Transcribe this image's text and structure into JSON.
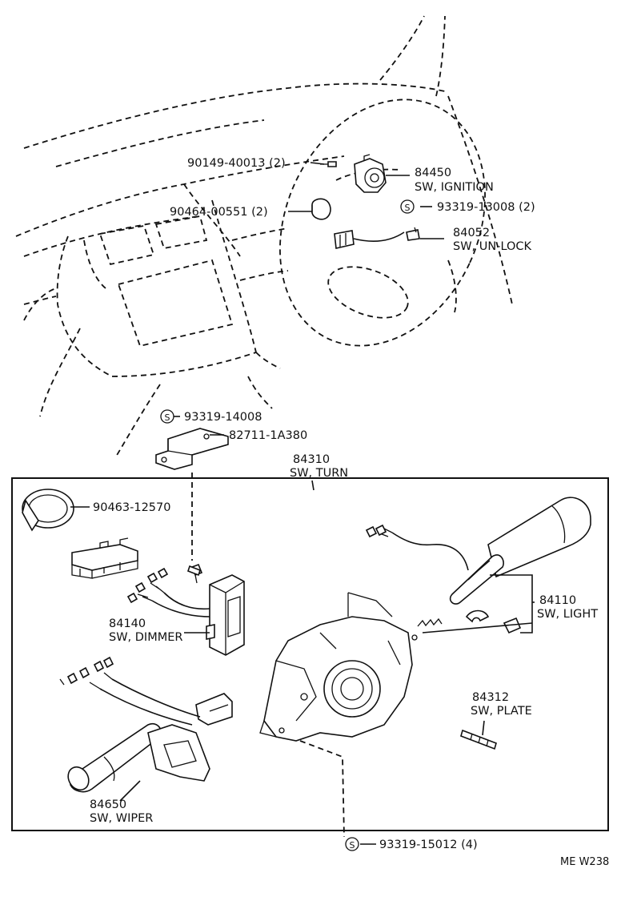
{
  "diagram_code": "ME W238",
  "callouts": [
    {
      "id": "screw-ignition",
      "part_no": "90149-40013 (2)",
      "desc": ""
    },
    {
      "id": "sw-ignition",
      "part_no": "84450",
      "desc": "SW, IGNITION"
    },
    {
      "id": "clip-ignition",
      "part_no": "90464-00551 (2)",
      "desc": ""
    },
    {
      "id": "screw-unlock",
      "part_no": "93319-13008 (2)",
      "desc": "",
      "marker": "S"
    },
    {
      "id": "sw-unlock",
      "part_no": "84052",
      "desc": "SW, UN-LOCK"
    },
    {
      "id": "screw-bracket",
      "part_no": "93319-14008",
      "desc": "",
      "marker": "S"
    },
    {
      "id": "bracket",
      "part_no": "82711-1A380",
      "desc": ""
    },
    {
      "id": "sw-turn",
      "part_no": "84310",
      "desc": "SW, TURN"
    },
    {
      "id": "clamp",
      "part_no": "90463-12570",
      "desc": ""
    },
    {
      "id": "sw-light",
      "part_no": "84110",
      "desc": "SW, LIGHT"
    },
    {
      "id": "sw-dimmer",
      "part_no": "84140",
      "desc": "SW, DIMMER"
    },
    {
      "id": "sw-plate",
      "part_no": "84312",
      "desc": "SW, PLATE"
    },
    {
      "id": "sw-wiper",
      "part_no": "84650",
      "desc": "SW, WIPER"
    },
    {
      "id": "screw-base",
      "part_no": "93319-15012 (4)",
      "desc": "",
      "marker": "S"
    }
  ]
}
